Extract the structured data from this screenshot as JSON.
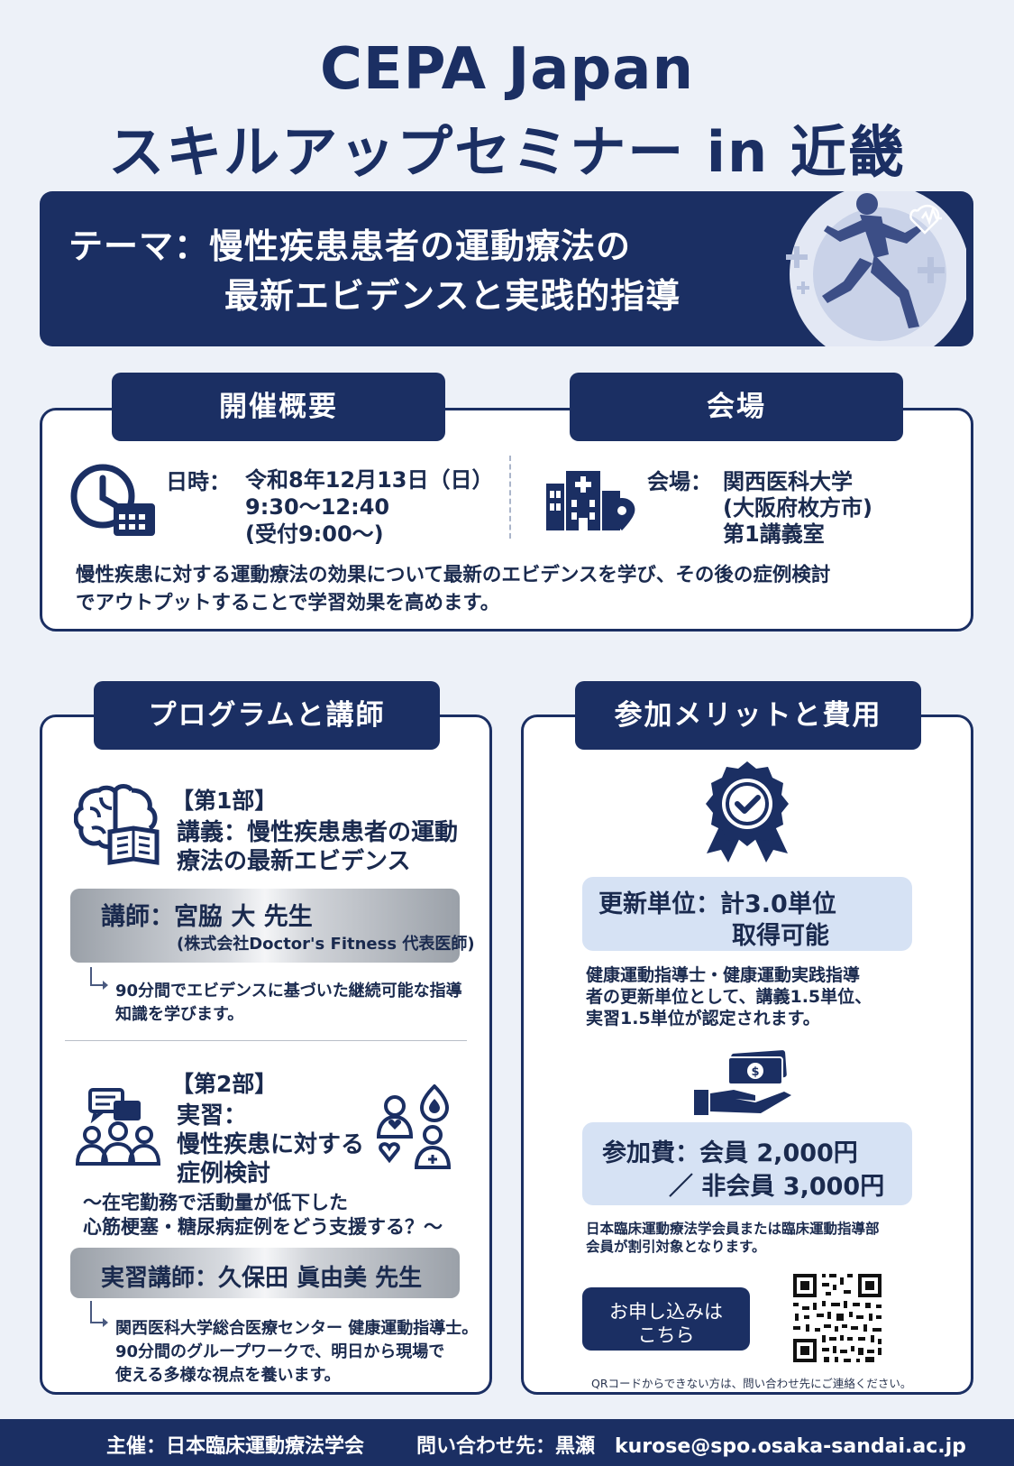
{
  "header": {
    "title_line1": "CEPA Japan",
    "title_line2": "スキルアップセミナー in 近畿"
  },
  "theme": {
    "line1": "テーマ：慢性疾患患者の運動療法の",
    "line2": "最新エビデンスと実践的指導"
  },
  "overview": {
    "tab_label": "開催概要",
    "datetime_label": "日時：",
    "date": "令和8年12月13日（日）",
    "time": "9:30〜12:40",
    "reception": "(受付9:00〜)",
    "description_line1": "慢性疾患に対する運動療法の効果について最新のエビデンスを学び、その後の症例検討",
    "description_line2": "でアウトプットすることで学習効果を高めます。"
  },
  "venue": {
    "tab_label": "会場",
    "venue_label": "会場：",
    "name": "関西医科大学",
    "city": "(大阪府枚方市)",
    "room": "第1講義室"
  },
  "program": {
    "tab_label": "プログラムと講師",
    "part1": {
      "heading": "【第1部】",
      "title_line1": "講義：慢性疾患患者の運動",
      "title_line2": "療法の最新エビデンス",
      "lecturer": "講師：宮脇 大 先生",
      "lecturer_affiliation": "(株式会社Doctor's Fitness 代表医師)",
      "note_line1": "90分間でエビデンスに基づいた継続可能な指導",
      "note_line2": "知識を学びます。"
    },
    "part2": {
      "heading": "【第2部】",
      "title_line1": "実習：",
      "title_line2": "慢性疾患に対する",
      "title_line3": "症例検討",
      "subtitle_line1": "〜在宅勤務で活動量が低下した",
      "subtitle_line2": "心筋梗塞・糖尿病症例をどう支援する？〜",
      "lecturer": "実習講師：久保田 眞由美 先生",
      "note_line1": "関西医科大学総合医療センター 健康運動指導士。",
      "note_line2": "90分間のグループワークで、明日から現場で",
      "note_line3": "使える多様な視点を養います。"
    }
  },
  "merits": {
    "tab_label": "参加メリットと費用",
    "credit_line1": "更新単位：計3.0単位",
    "credit_line2": "取得可能",
    "credit_note_line1": "健康運動指導士・健康運動実践指導",
    "credit_note_line2": "者の更新単位として、講義1.5単位、",
    "credit_note_line3": "実習1.5単位が認定されます。",
    "fee_line1": "参加費：会員 2,000円",
    "fee_line2": "／ 非会員 3,000円",
    "fee_note_line1": "日本臨床運動療法学会員または臨床運動指導部",
    "fee_note_line2": "会員が割引対象となります。",
    "cta_line1": "お申し込みは",
    "cta_line2": "こちら",
    "qr_note": "QRコードからできない方は、問い合わせ先にご連絡ください。"
  },
  "footer": {
    "organizer": "主催：日本臨床運動療法学会",
    "contact": "問い合わせ先：黒瀬　kurose@spo.osaka-sandai.ac.jp"
  },
  "colors": {
    "navy": "#1b2f63",
    "background": "#edf1f8",
    "light_blue": "#d6e2f4"
  }
}
